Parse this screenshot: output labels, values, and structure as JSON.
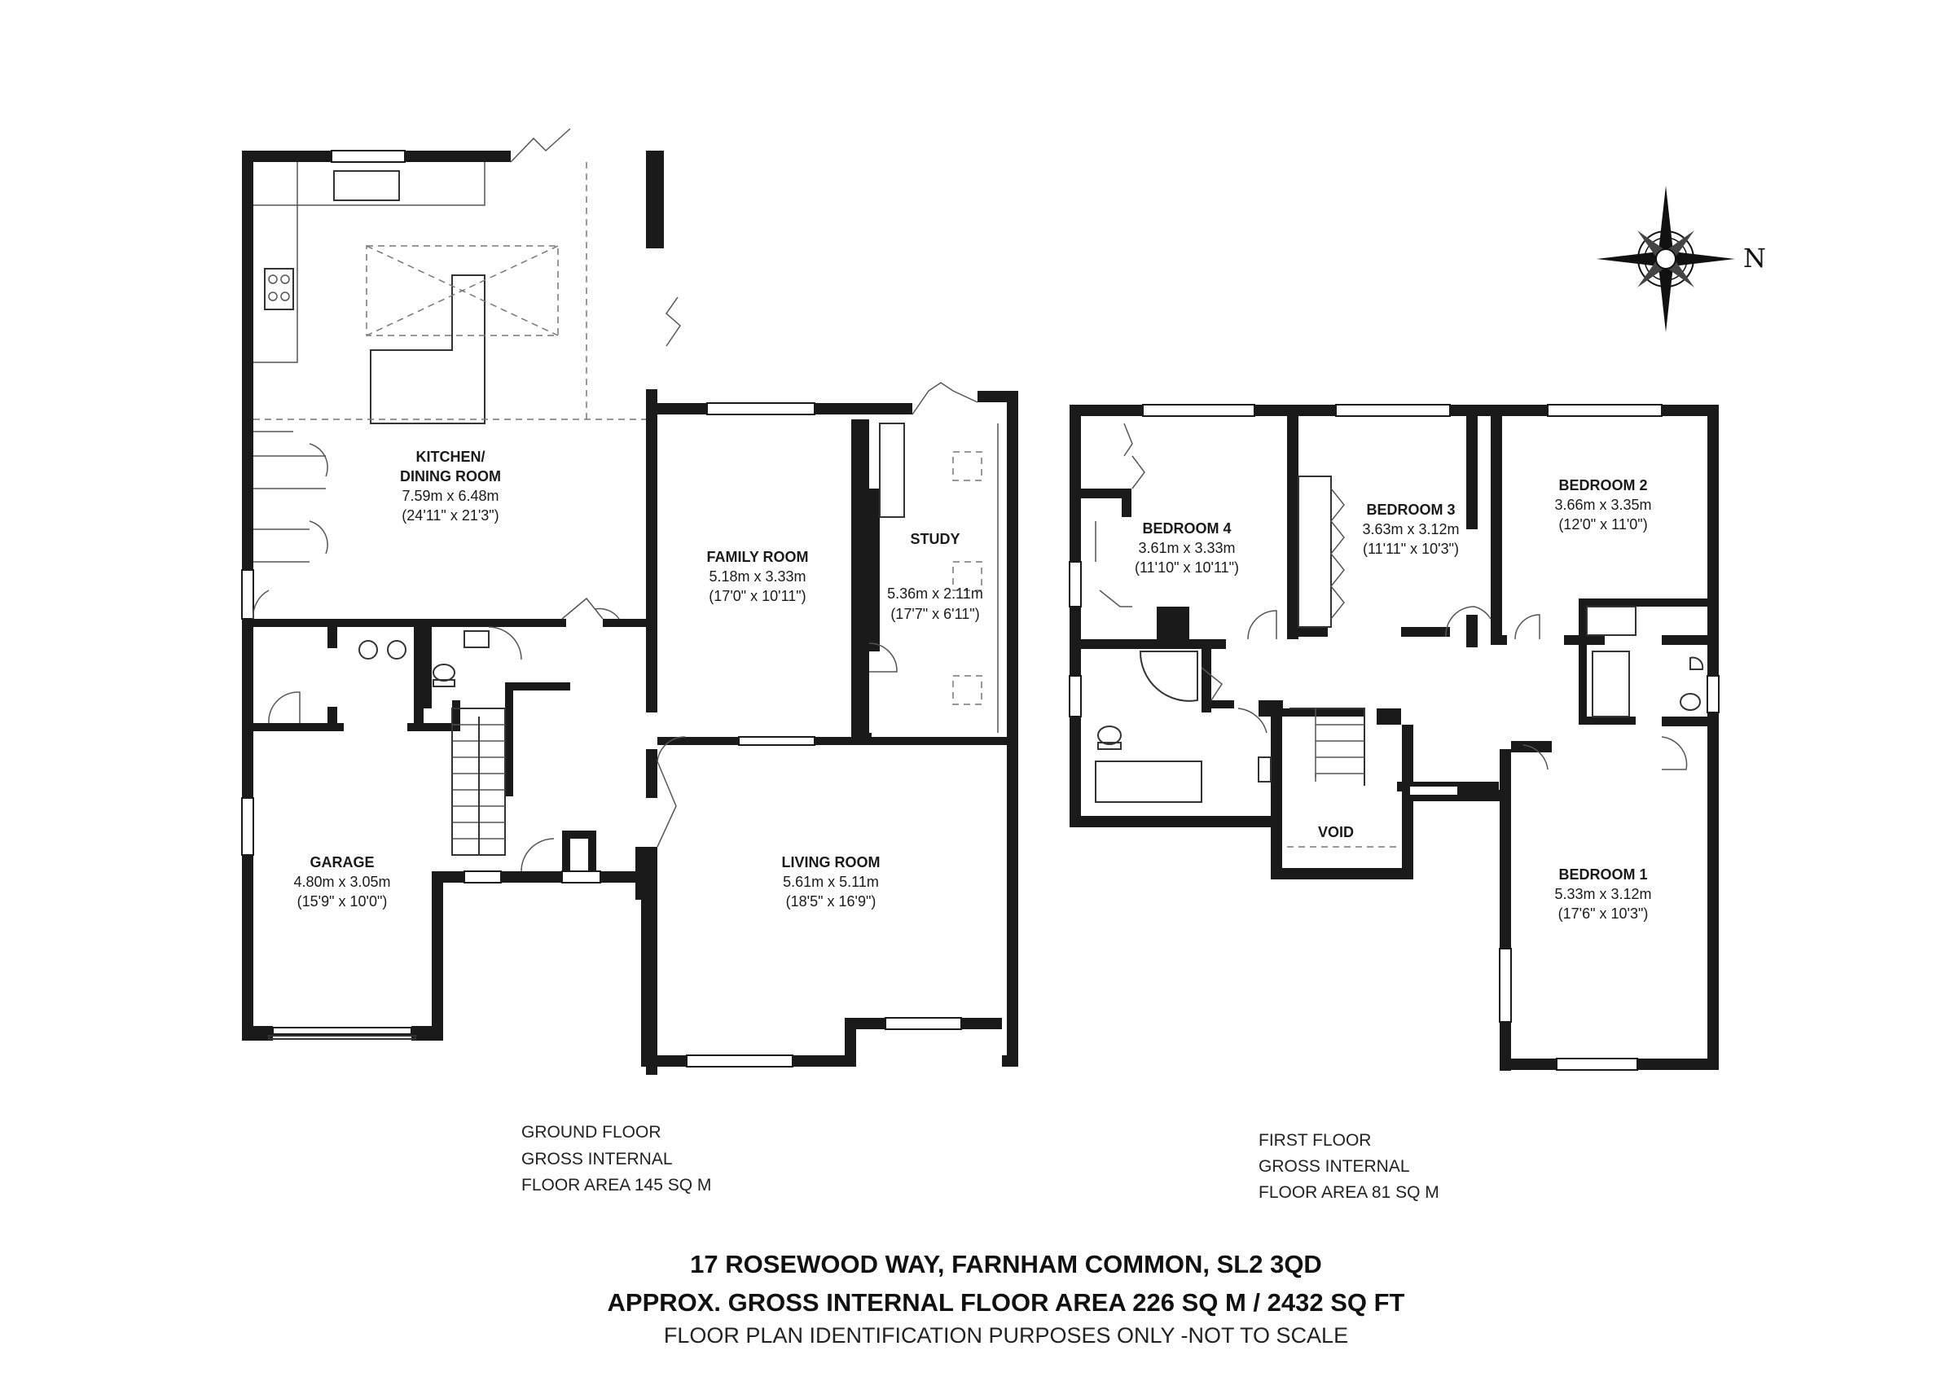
{
  "rooms": {
    "kitchen": {
      "name1": "KITCHEN/",
      "name2": "DINING ROOM",
      "metric": "7.59m x 6.48m",
      "imperial": "(24'11\" x 21'3\")"
    },
    "family": {
      "name": "FAMILY ROOM",
      "metric": "5.18m x 3.33m",
      "imperial": "(17'0\" x 10'11\")"
    },
    "study": {
      "name": "STUDY",
      "metric": "5.36m x 2.11m",
      "imperial": "(17'7\" x 6'11\")"
    },
    "garage": {
      "name": "GARAGE",
      "metric": "4.80m x 3.05m",
      "imperial": "(15'9\" x 10'0\")"
    },
    "living": {
      "name": "LIVING ROOM",
      "metric": "5.61m x 5.11m",
      "imperial": "(18'5\" x 16'9\")"
    },
    "bedroom4": {
      "name": "BEDROOM 4",
      "metric": "3.61m x 3.33m",
      "imperial": "(11'10\" x 10'11\")"
    },
    "bedroom3": {
      "name": "BEDROOM 3",
      "metric": "3.63m x 3.12m",
      "imperial": "(11'11\" x 10'3\")"
    },
    "bedroom2": {
      "name": "BEDROOM 2",
      "metric": "3.66m x 3.35m",
      "imperial": "(12'0\" x 11'0\")"
    },
    "bedroom1": {
      "name": "BEDROOM 1",
      "metric": "5.33m x 3.12m",
      "imperial": "(17'6\" x 10'3\")"
    },
    "void": {
      "name": "VOID"
    }
  },
  "ground_floor": {
    "line1": "GROUND FLOOR",
    "line2": "GROSS INTERNAL",
    "line3": "FLOOR AREA 145 SQ M"
  },
  "first_floor": {
    "line1": "FIRST FLOOR",
    "line2": "GROSS INTERNAL",
    "line3": "FLOOR AREA 81 SQ M"
  },
  "title": {
    "address": "17 ROSEWOOD WAY, FARNHAM COMMON, SL2 3QD",
    "area": "APPROX. GROSS INTERNAL FLOOR AREA 226 SQ M / 2432 SQ FT",
    "disclaimer": "FLOOR PLAN IDENTIFICATION PURPOSES ONLY -NOT TO SCALE"
  },
  "compass": {
    "label": "N",
    "icon": "compass-rose-icon"
  },
  "colors": {
    "wall": "#1a1a1a",
    "background": "#ffffff"
  }
}
